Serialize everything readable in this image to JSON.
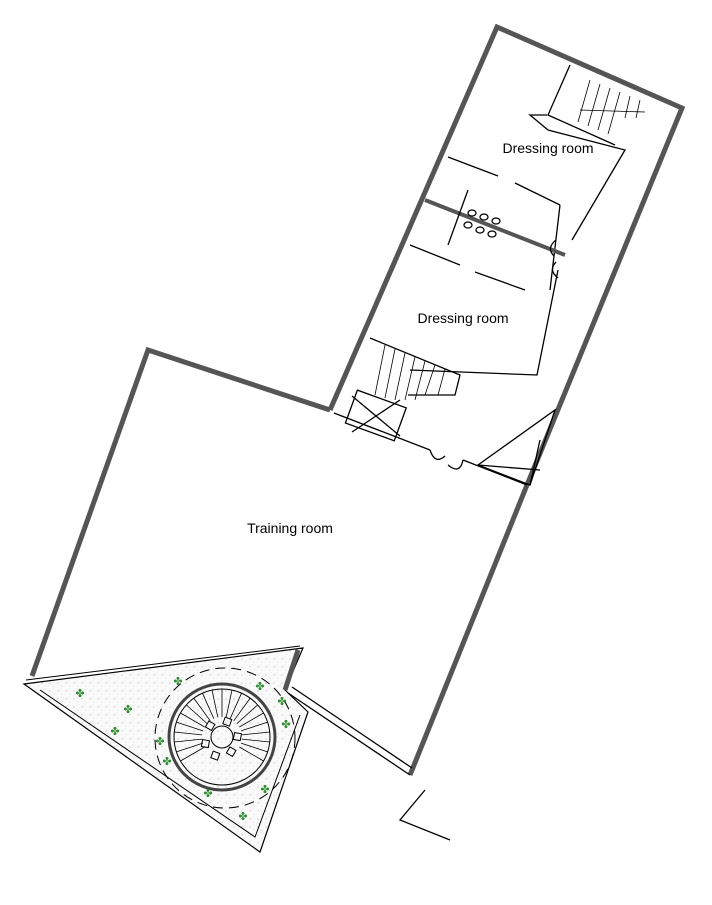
{
  "plan": {
    "rooms": [
      {
        "label": "Dressing room"
      },
      {
        "label": "Dressing room"
      },
      {
        "label": "Training room"
      }
    ],
    "colors": {
      "wall": "#555555",
      "line": "#000000",
      "plant": "#2e8b2e",
      "garden": "#f2f2f2"
    }
  }
}
